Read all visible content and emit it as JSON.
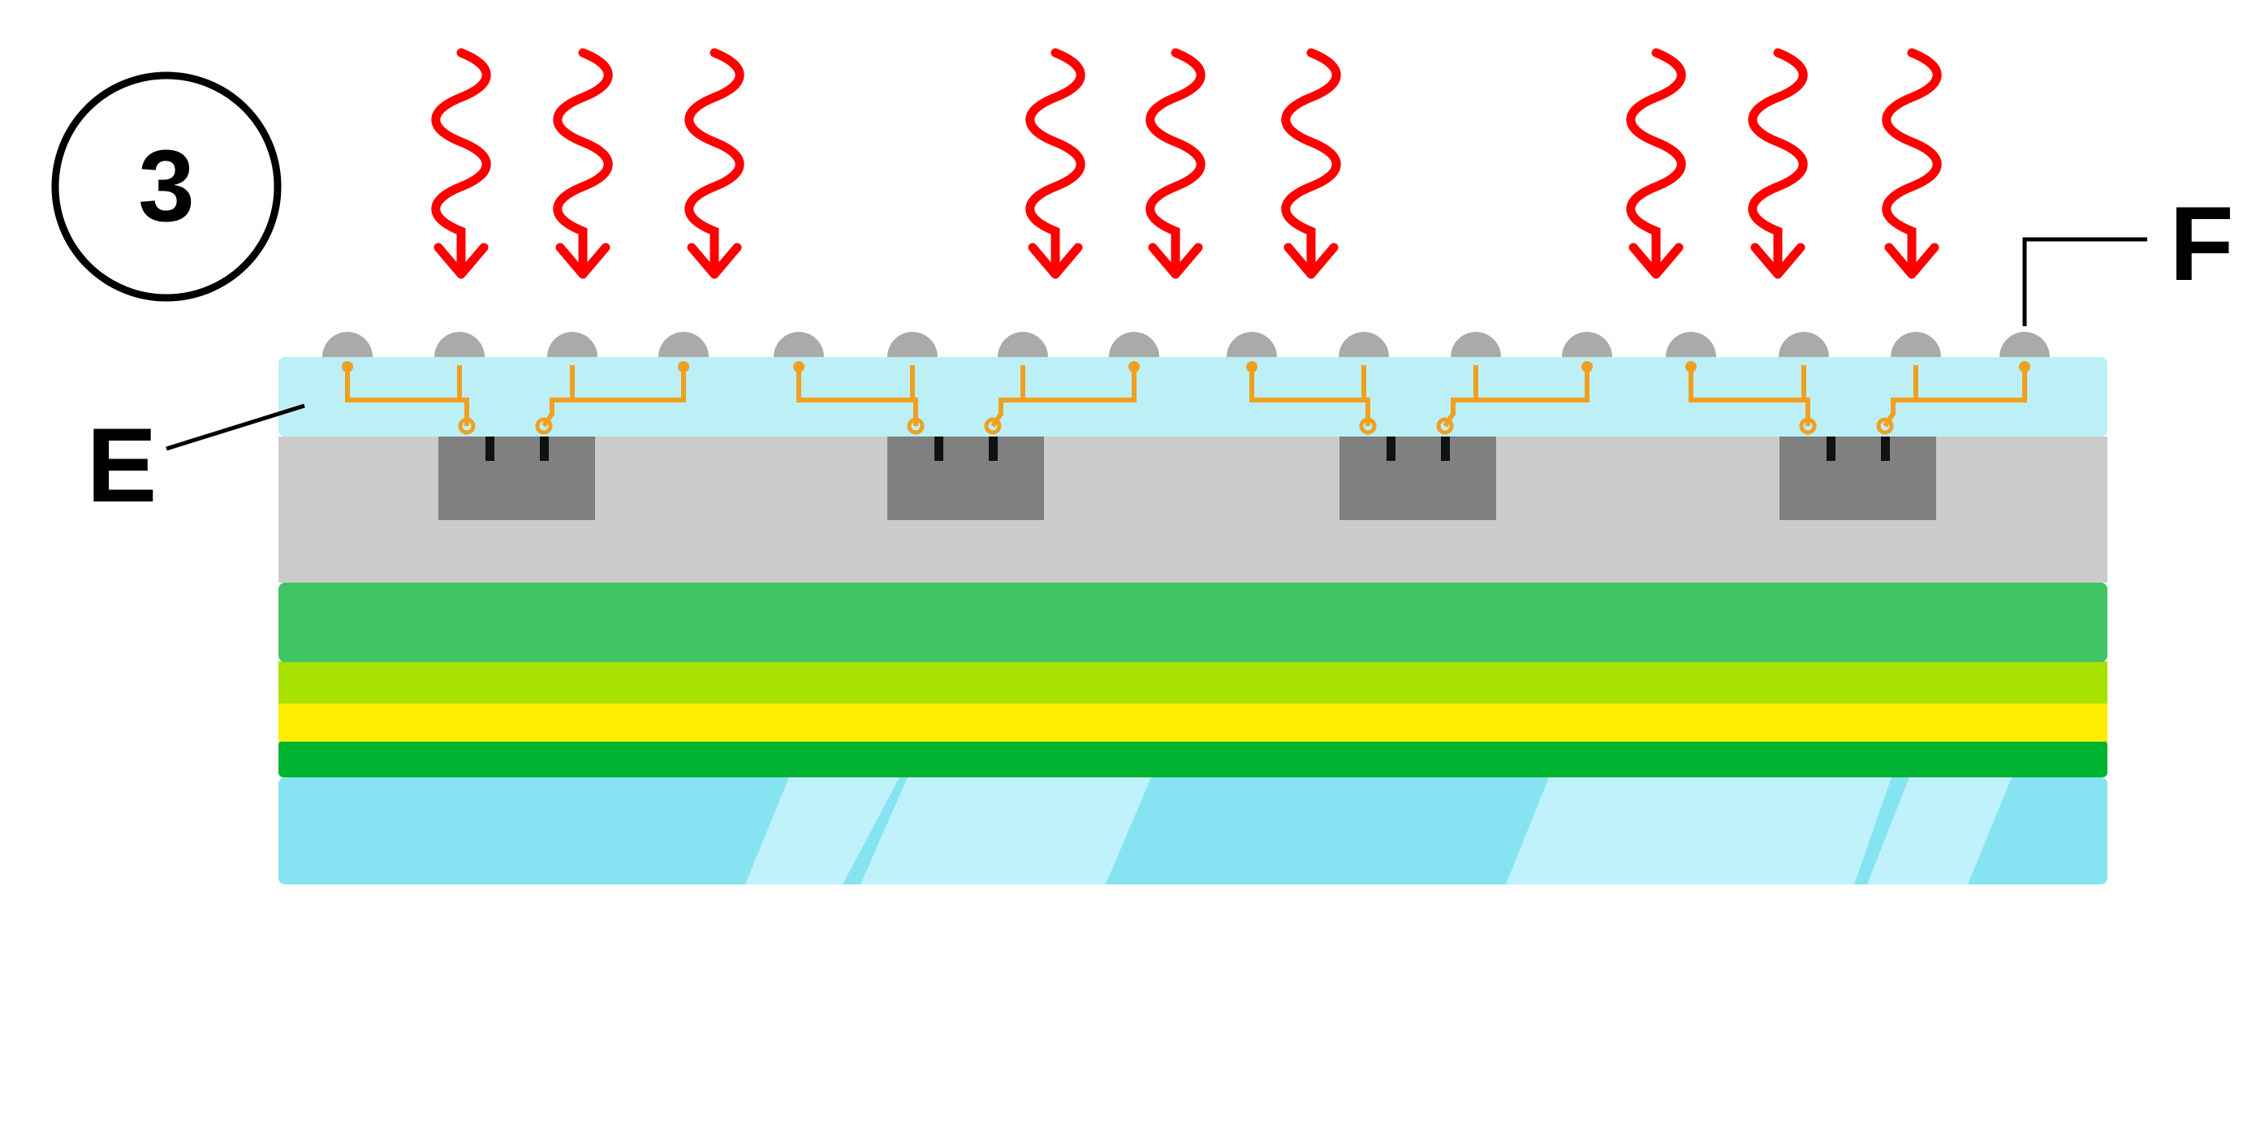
{
  "step_number": "3",
  "labels": {
    "E": "E",
    "F": "F"
  },
  "colors": {
    "arrow": "#ff0000",
    "bump": "#aaaaaa",
    "wiring": "#f0a020",
    "top_layer": "#bdf0f6",
    "chip_layer": "#cccccc",
    "chip": "#808080",
    "green_layer": "#41c465",
    "lime_layer": "#a8e200",
    "yellow_layer": "#ffee00",
    "dark_green_layer": "#00b331",
    "glass": "#86e4f2",
    "glass_shine": "#c9f5fb"
  },
  "counts": {
    "chips": 4,
    "bumps": 16,
    "arrow_groups": 3,
    "arrows_per_group": 3
  }
}
